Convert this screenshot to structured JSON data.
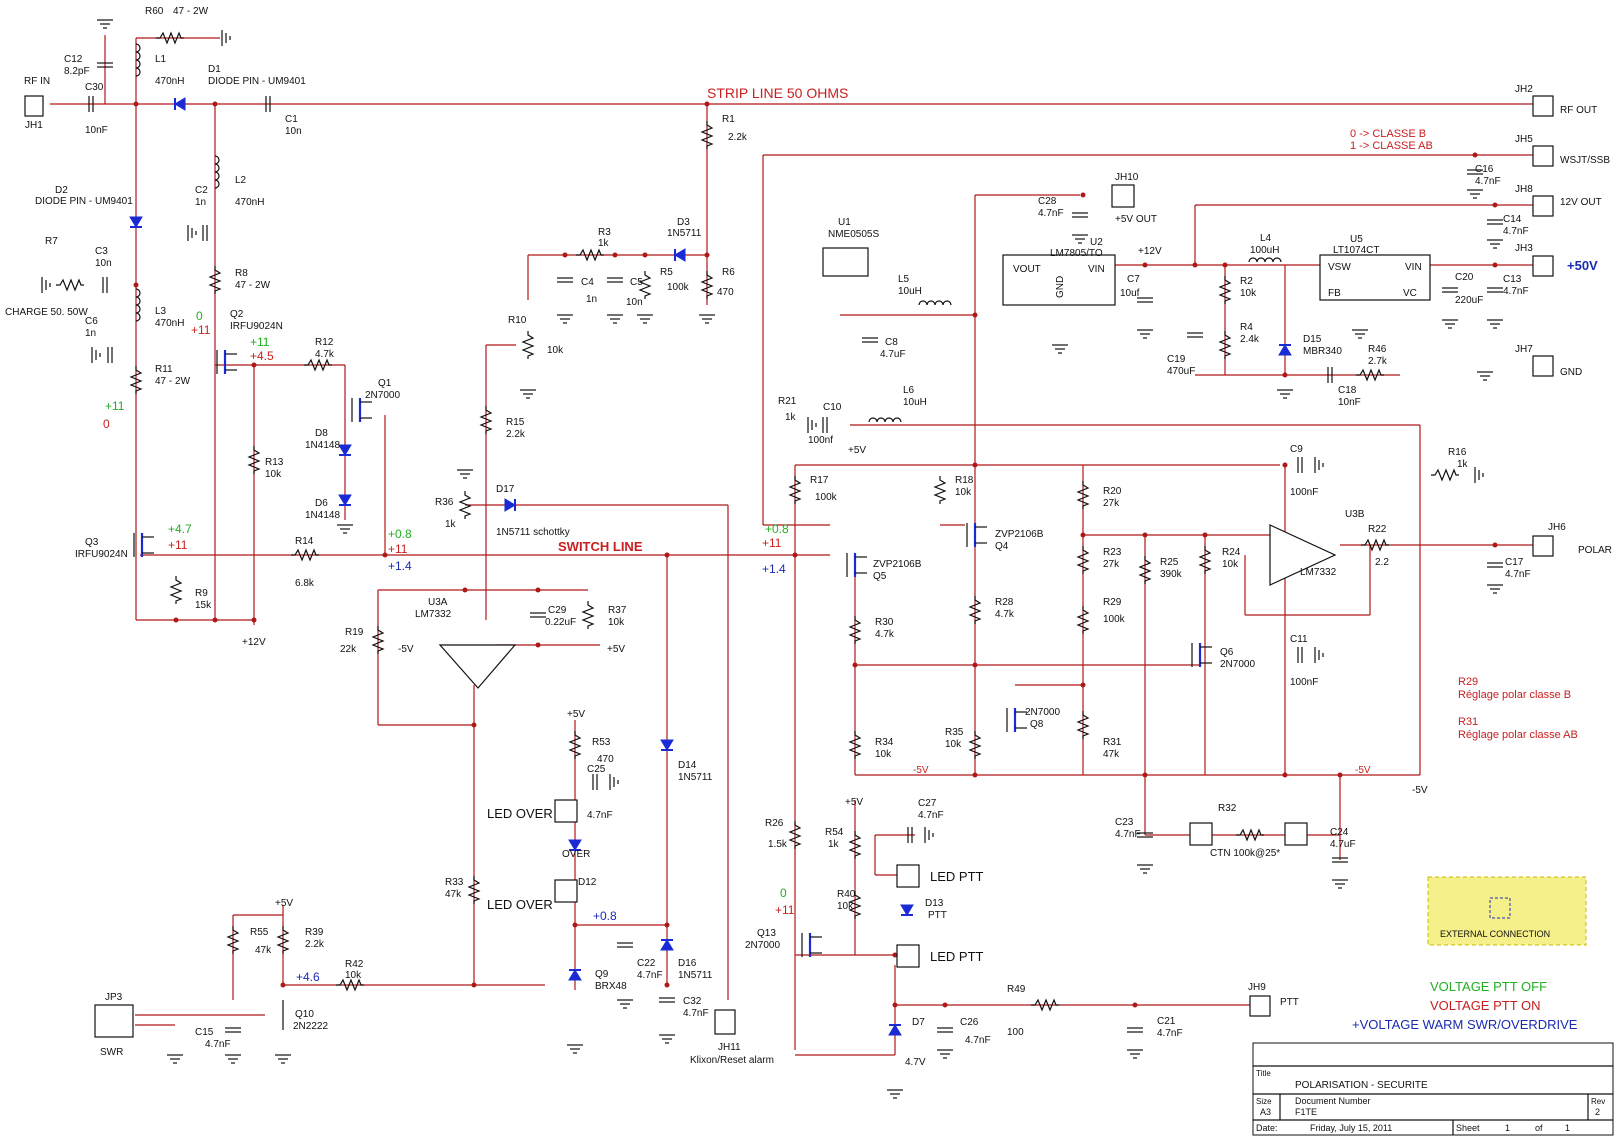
{
  "title_block": {
    "title_label": "Title",
    "title": "POLARISATION - SECURITE",
    "size_label": "Size",
    "size": "A3",
    "docnum_label": "Document Number",
    "docnum": "F1TE",
    "rev_label": "Rev",
    "rev": "2",
    "date_label": "Date:",
    "date": "Friday, July 15, 2011",
    "sheet_label": "Sheet",
    "sheet": "1",
    "of_label": "of",
    "of": "1"
  },
  "nets": {
    "strip_line": "STRIP LINE 50 OHMS",
    "switch_line": "SWITCH LINE",
    "classe_b": "0 -> CLASSE B",
    "classe_ab": "1 -> CLASSE AB"
  },
  "connectors": [
    {
      "ref": "JH1",
      "name": "RF IN"
    },
    {
      "ref": "JH2",
      "name": "RF OUT"
    },
    {
      "ref": "JH5",
      "name": "WSJT/SSB"
    },
    {
      "ref": "JH8",
      "name": "12V OUT"
    },
    {
      "ref": "JH3",
      "name": "+50V"
    },
    {
      "ref": "JH7",
      "name": "GND"
    },
    {
      "ref": "JH10",
      "name": "+5V OUT"
    },
    {
      "ref": "JH6",
      "name": "POLAR"
    },
    {
      "ref": "JH9",
      "name": "PTT"
    },
    {
      "ref": "JH11",
      "name": "Klixon/Reset alarm"
    },
    {
      "ref": "JP3",
      "name": "SWR"
    }
  ],
  "components": {
    "R60": "R60",
    "R60v": "47 - 2W",
    "C12": "C12",
    "C12v": "8.2pF",
    "L1": "L1",
    "L1v": "470nH",
    "D1": "D1",
    "D1v": "DIODE PIN - UM9401",
    "C30": "C30",
    "C30v": "10nF",
    "C1": "C1",
    "C1v": "10n",
    "R1": "R1",
    "R1v": "2.2k",
    "D2": "D2",
    "D2v": "DIODE PIN - UM9401",
    "C2": "C2",
    "C2v": "1n",
    "L2": "L2",
    "L2v": "470nH",
    "R7": "R7",
    "C3": "C3",
    "C3v": "10n",
    "CHARGE": "CHARGE 50. 50W",
    "L3": "L3",
    "L3v": "470nH",
    "C6": "C6",
    "C6v": "1n",
    "R8": "R8",
    "R8v": "47 - 2W",
    "Q2": "Q2",
    "Q2v": "IRFU9024N",
    "R11": "R11",
    "R11v": "47 - 2W",
    "R12": "R12",
    "R12v": "4.7k",
    "Q1": "Q1",
    "Q1v": "2N7000",
    "D8": "D8",
    "D8v": "1N4148",
    "D6": "D6",
    "D6v": "1N4148",
    "R13": "R13",
    "R13v": "10k",
    "Q3": "Q3",
    "Q3v": "IRFU9024N",
    "R14": "R14",
    "R14v": "6.8k",
    "R9": "R9",
    "R9v": "15k",
    "R3": "R3",
    "R3v": "1k",
    "D3": "D3",
    "D3v": "1N5711",
    "C4": "C4",
    "C4v": "1n",
    "C5": "C5",
    "C5v": "10n",
    "R5": "R5",
    "R5v": "100k",
    "R6": "R6",
    "R6v": "470",
    "R10": "R10",
    "R10v": "10k",
    "R15": "R15",
    "R15v": "2.2k",
    "R36": "R36",
    "R36v": "1k",
    "D17": "D17",
    "D17v": "1N5711 schottky",
    "U3A": "U3A",
    "U3Av": "LM7332",
    "C29": "C29",
    "C29v": "0.22uF",
    "R37": "R37",
    "R37v": "10k",
    "R19": "R19",
    "R19v": "22k",
    "U1": "U1",
    "U1v": "NME0505S",
    "L5": "L5",
    "L5v": "10uH",
    "C8": "C8",
    "C8v": "4.7uF",
    "C28": "C28",
    "C28v": "4.7nF",
    "U2": "U2",
    "U2v": "LM7805/TO",
    "C7": "C7",
    "C7v": "10uf",
    "L4": "L4",
    "L4v": "100uH",
    "R2": "R2",
    "R2v": "10k",
    "R4": "R4",
    "R4v": "2.4k",
    "D15": "D15",
    "D15v": "MBR340",
    "C19": "C19",
    "C19v": "470uF",
    "C18": "C18",
    "C18v": "10nF",
    "R46": "R46",
    "R46v": "2.7k",
    "U5": "U5",
    "U5v": "LT1074CT",
    "C20": "C20",
    "C20v": "220uF",
    "C13": "C13",
    "C13v": "4.7nF",
    "C16": "C16",
    "C16v": "4.7nF",
    "C14": "C14",
    "C14v": "4.7nF",
    "R21": "R21",
    "R21v": "1k",
    "C10": "C10",
    "C10v": "100nf",
    "L6": "L6",
    "L6v": "10uH",
    "R17": "R17",
    "R17v": "100k",
    "R18": "R18",
    "R18v": "10k",
    "Q4": "Q4",
    "Q4v": "ZVP2106B",
    "Q5": "Q5",
    "Q5v": "ZVP2106B",
    "R20": "R20",
    "R20v": "27k",
    "R23": "R23",
    "R23v": "27k",
    "R25": "R25",
    "R25v": "390k",
    "R24": "R24",
    "R24v": "10k",
    "C9": "C9",
    "C9v": "100nF",
    "U3B": "U3B",
    "U3Bv": "LM7332",
    "R22": "R22",
    "R22v": "2.2",
    "C17": "C17",
    "C17v": "4.7nF",
    "R16": "R16",
    "R16v": "1k",
    "R28": "R28",
    "R28v": "4.7k",
    "R29": "R29",
    "R29v": "100k",
    "R30": "R30",
    "R30v": "4.7k",
    "Q6": "Q6",
    "Q6v": "2N7000",
    "C11": "C11",
    "C11v": "100nF",
    "R34": "R34",
    "R34v": "10k",
    "R35": "R35",
    "R35v": "10k",
    "Q8": "Q8",
    "Q8v": "2N7000",
    "R31": "R31",
    "R31v": "47k",
    "C23": "C23",
    "C23v": "4.7nF",
    "R32": "R32",
    "R32v": "CTN 100k@25*",
    "C24": "C24",
    "C24v": "4.7uF",
    "R53": "R53",
    "R53v": "470",
    "C25": "C25",
    "C25v": "4.7nF",
    "D12": "D12",
    "D12v": "OVER",
    "D14": "D14",
    "D14v": "1N5711",
    "D16": "D16",
    "D16v": "1N5711",
    "C22": "C22",
    "C22v": "4.7nF",
    "C32": "C32",
    "C32v": "4.7nF",
    "Q9": "Q9",
    "Q9v": "BRX48",
    "R33": "R33",
    "R33v": "47k",
    "R55": "R55",
    "R55v": "47k",
    "R39": "R39",
    "R39v": "2.2k",
    "R42": "R42",
    "R42v": "10k",
    "Q10": "Q10",
    "Q10v": "2N2222",
    "C15": "C15",
    "C15v": "4.7nF",
    "R26": "R26",
    "R26v": "1.5k",
    "R54": "R54",
    "R54v": "1k",
    "C27": "C27",
    "C27v": "4.7nF",
    "R40": "R40",
    "R40v": "10k",
    "D13": "D13",
    "D13v": "PTT",
    "Q13": "Q13",
    "Q13v": "2N7000",
    "C26": "C26",
    "C26v": "4.7nF",
    "R49": "R49",
    "R49v": "100",
    "C21": "C21",
    "C21v": "4.7nF",
    "D7": "D7",
    "D7v": "4.7V"
  },
  "leds": {
    "led_over": "LED OVER",
    "led_ptt": "LED PTT"
  },
  "rails": {
    "p5v": "+5V",
    "m5v": "-5V",
    "p12v": "+12V"
  },
  "voltages": {
    "v_0": "0",
    "v_11": "+11",
    "v_45": "+4.5",
    "v_47": "+4.7",
    "v_08": "+0.8",
    "v_14": "+1.4",
    "v_46": "+4.6"
  },
  "notes": {
    "r29_title": "R29",
    "r29_text": "Réglage polar classe B",
    "r31_title": "R31",
    "r31_text": "Réglage polar classe AB"
  },
  "legend": {
    "off": "VOLTAGE PTT OFF",
    "on": "VOLTAGE PTT ON",
    "warm": "+VOLTAGE WARM SWR/OVERDRIVE",
    "external": "EXTERNAL CONNECTION"
  },
  "colors": {
    "wire": "#b01818",
    "ptt_off": "#20b020",
    "ptt_on": "#c82020",
    "warm": "#1a2bb0",
    "external_box": "#f5f08a"
  }
}
